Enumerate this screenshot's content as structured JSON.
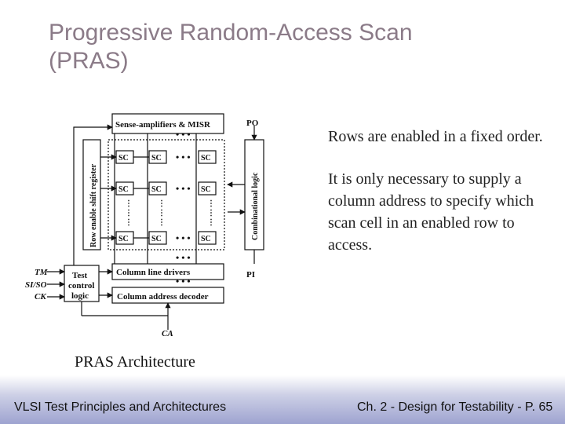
{
  "slide": {
    "title_line1": "Progressive Random-Access Scan",
    "title_line2": "(PRAS)",
    "bullet1": "Rows are enabled in a fixed order.",
    "bullet2": "It is only necessary to supply a column address to specify which scan cell in an enabled row to access.",
    "caption": "PRAS Architecture"
  },
  "footer": {
    "left": "VLSI Test Principles and Architectures",
    "right": "Ch. 2 - Design for Testability - P. 65"
  },
  "diagram": {
    "sense_amp": "Sense-amplifiers & MISR",
    "po": "PO",
    "pi": "PI",
    "row_reg": "Row enable shift register",
    "comb": "Combinational logic",
    "cell": "SC",
    "col_drivers": "Column line drivers",
    "col_decoder": "Column address decoder",
    "test_ctrl_1": "Test",
    "test_ctrl_2": "control",
    "test_ctrl_3": "logic",
    "tm": "TM",
    "si_so": "SI/SO",
    "ck": "CK",
    "ca": "CA"
  },
  "colors": {
    "title": "#8b7b88",
    "footer_band": "#9ea3d0"
  }
}
